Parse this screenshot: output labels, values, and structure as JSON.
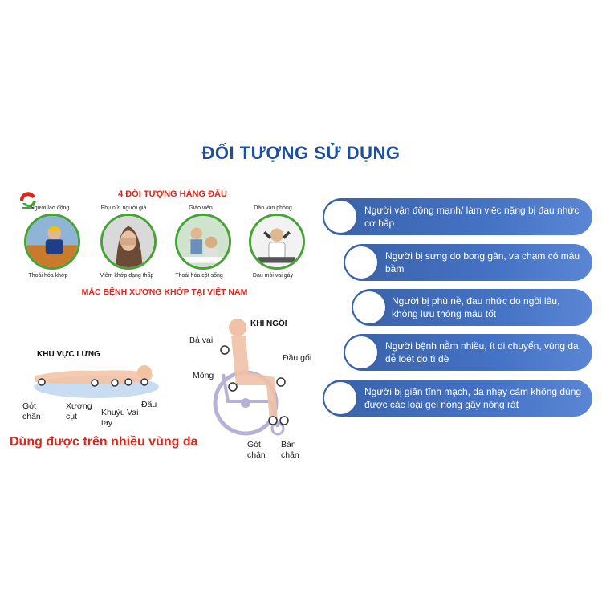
{
  "title": "ĐỐI TƯỢNG SỬ DỤNG",
  "top_heading": "4 ĐỐI TƯỢNG HÀNG ĐẦU",
  "bottom_heading": "MẮC BỆNH XƯƠNG KHỚP TẠI VIỆT NAM",
  "groups": [
    {
      "name": "Người lao động",
      "condition": "Thoái hóa khớp"
    },
    {
      "name": "Phụ nữ, người già",
      "condition": "Viêm khớp dạng thấp"
    },
    {
      "name": "Giáo viên",
      "condition": "Thoái hóa cột sống"
    },
    {
      "name": "Dân văn phòng",
      "condition": "Đau mỏi vai gáy"
    }
  ],
  "lying": {
    "heading": "KHU VỰC LƯNG",
    "labels": {
      "heel": "Gót\nchân",
      "tailbone": "Xương\ncụt",
      "elbow": "Khuỷu\ntay",
      "shoulder": "Vai",
      "head": "Đầu"
    }
  },
  "sitting": {
    "heading": "KHI NGỒI",
    "labels": {
      "shoulder_blade": "Bả vai",
      "buttock": "Mông",
      "knee": "Đầu gối",
      "heel": "Gót\nchân",
      "foot": "Bàn\nchân"
    }
  },
  "tagline": "Dùng được trên nhiều vùng da",
  "users": [
    "Người vận động mạnh/ làm việc nặng bị đau nhức cơ bắp",
    "Người bị sưng do bong gân, va chạm có máu bầm",
    "Người bị phù nề, đau nhức do ngồi lâu, không lưu thông máu tốt",
    "Người bệnh nằm nhiều, ít di chuyển, vùng da dễ loét do tì đè",
    "Người bị giãn tĩnh mạch, da nhạy cảm không dùng được các loại gel nóng gây nóng rát"
  ],
  "colors": {
    "title": "#1f4e9c",
    "accent_red": "#e1251b",
    "band_blue": "#4472c4",
    "ring_green": "#46a335"
  }
}
